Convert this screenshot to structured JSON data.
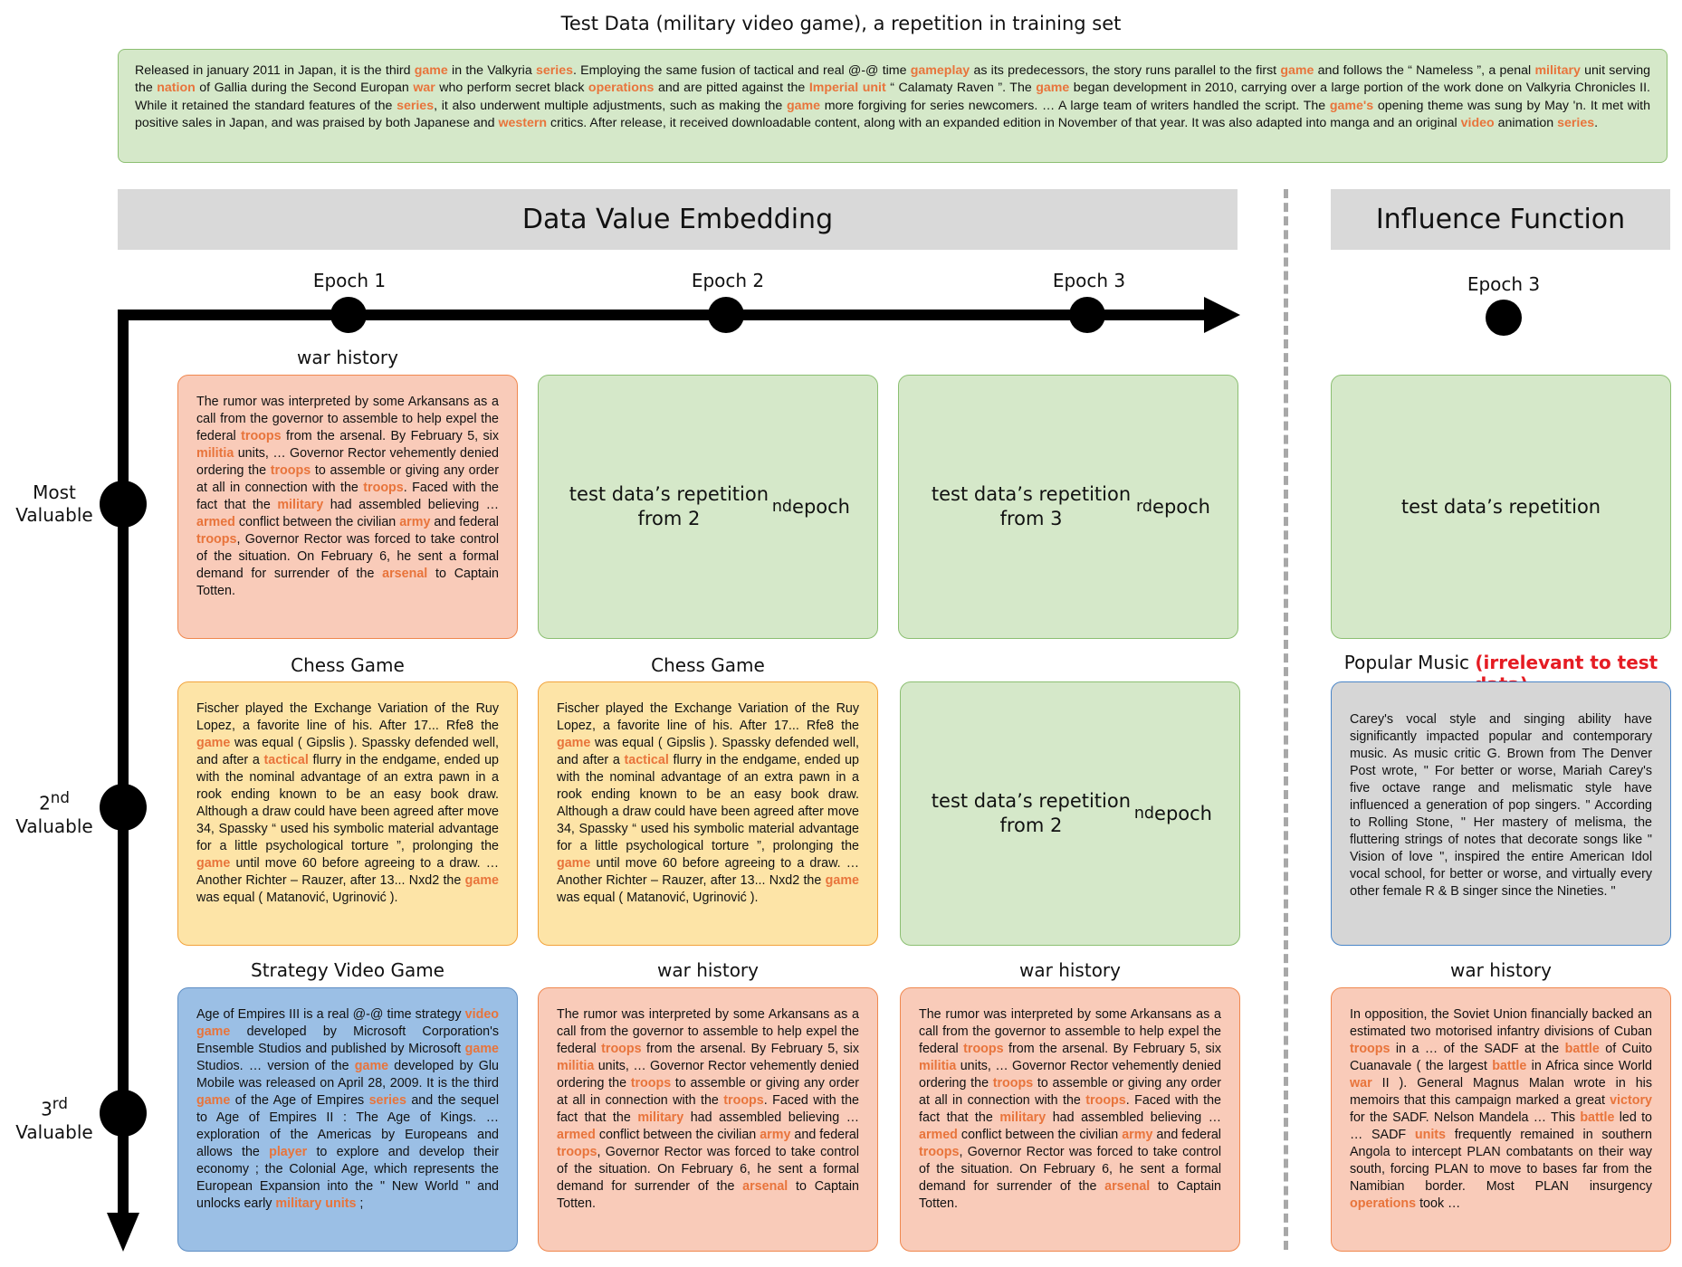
{
  "title": "Test Data (military video game), a repetition in training set",
  "test_data_html": "Released in january 2011 in Japan, it is the third <span class=\"hl\">game</span> in the Valkyria <span class=\"hl\">series</span>. Employing the same fusion of tactical and real @-@ time <span class=\"hl\">gameplay</span> as its predecessors, the story runs parallel to the first <span class=\"hl\">game</span> and follows the “ Nameless ”, a penal <span class=\"hl\">military</span> unit serving the <span class=\"hl\">nation</span> of Gallia during the Second Europan <span class=\"hl\">war</span> who perform secret black <span class=\"hl\">operations</span> and are pitted against the <span class=\"hl\">Imperial unit</span> “ Calamaty Raven ”. The <span class=\"hl\">game</span> began development in 2010, carrying over a large portion of the work done on Valkyria Chronicles II. While it retained the standard features of the <span class=\"hl\">series</span>, it also underwent multiple adjustments, such as making the <span class=\"hl\">game</span> more forgiving for series newcomers. … A large team of writers handled the script. The <span class=\"hl\">game's</span> opening theme was sung by May 'n. It met with positive sales in Japan, and was praised by both Japanese and <span class=\"hl\">western</span> critics. After release, it received downloadable content, along with an expanded edition in November of that year. It was also adapted into manga and an original <span class=\"hl\">video</span> animation <span class=\"hl\">series</span>.",
  "sections": {
    "dve": "Data Value Embedding",
    "if": "Influence Function"
  },
  "epochs": {
    "e1": "Epoch 1",
    "e2": "Epoch 2",
    "e3": "Epoch 3",
    "if_e3": "Epoch 3"
  },
  "ranks": {
    "r1_html": "Most<br>Valuable",
    "r2_html": "2<sup>nd</sup><br>Valuable",
    "r3_html": "3<sup>rd</sup><br>Valuable"
  },
  "labels": {
    "war_history": "war history",
    "chess_game": "Chess Game",
    "strategy_video_game": "Strategy Video Game",
    "popular_music": "Popular Music ",
    "irrelevant": "(irrelevant to test data)"
  },
  "texts": {
    "war_history_html": "The rumor was interpreted by some Arkansans as a call from the governor to assemble to help expel the federal <span class=\"hl\">troops</span> from the arsenal. By February 5, six <span class=\"hl\">militia</span> units, … Governor Rector vehemently denied ordering the <span class=\"hl\">troops</span> to assemble or giving any order at all in connection with the <span class=\"hl\">troops</span>. Faced with the fact that the <span class=\"hl\">military</span> had assembled believing … <span class=\"hl\">armed</span> conflict between the civilian <span class=\"hl\">army</span> and federal <span class=\"hl\">troops</span>, Governor Rector was forced to take control of the situation. On February 6, he sent a formal demand for surrender of the <span class=\"hl\">arsenal</span> to Captain Totten.",
    "chess_html": "Fischer played the Exchange Variation of the Ruy Lopez, a favorite line of his. After 17... Rfe8 the <span class=\"hl\">game</span> was equal ( Gipslis ). Spassky defended well, and after a <span class=\"hl\">tactical</span> flurry in the endgame, ended up with the nominal advantage of an extra pawn in a rook ending known to be an easy book draw. Although a draw could have been agreed after move 34, Spassky “ used his symbolic material advantage for a little psychological torture ”, prolonging the <span class=\"hl\">game</span> until move 60 before agreeing to a draw. … Another Richter – Rauzer, after 13... Nxd2 the <span class=\"hl\">game</span> was equal ( Matanović, Ugrinović ).",
    "strategy_html": "Age of Empires III is a real @-@ time strategy <span class=\"hl\">video game</span> developed by Microsoft Corporation's Ensemble Studios and published by Microsoft <span class=\"hl\">game</span> Studios. … version of the <span class=\"hl\">game</span> developed by Glu Mobile was released on April 28, 2009. It is the third <span class=\"hl\">game</span> of the Age of Empires <span class=\"hl\">series</span> and the sequel to Age of Empires II : The Age of Kings. … exploration of the Americas by Europeans and allows the <span class=\"hl\">player</span> to explore and develop their economy ; the Colonial Age, which represents the European Expansion into the \" New World \" and unlocks early <span class=\"hl\">military units</span> ;",
    "music": "Carey's vocal style and singing ability have significantly impacted popular and contemporary music. As music critic G. Brown from The Denver Post wrote, \" For better or worse, Mariah Carey's five octave range and melismatic style have influenced a generation of pop singers. \" According to Rolling Stone, \" Her mastery of melisma, the fluttering strings of notes that decorate songs like \" Vision of love \", inspired the entire American Idol vocal school, for better or worse, and virtually every other female R & B singer since the Nineties. \"",
    "war_history2_html": "In opposition, the Soviet Union financially backed an estimated two motorised infantry divisions of Cuban <span class=\"hl\">troops</span> in a … of the SADF at the <span class=\"hl\">battle</span> of Cuito Cuanavale ( the largest <span class=\"hl\">battle</span> in Africa since World <span class=\"hl\">war</span> II ). General Magnus Malan wrote in his memoirs that this campaign marked a great <span class=\"hl\">victory</span> for the SADF. Nelson Mandela … This <span class=\"hl\">battle</span> led to … SADF <span class=\"hl\">units</span> frequently remained in southern Angola to intercept PLAN combatants on their way south, forcing PLAN to move to bases far from the Namibian border. Most PLAN insurgency <span class=\"hl\">operations</span> took …",
    "rep2_html": "test data’s repetition from 2<sup>nd</sup> epoch",
    "rep3_html": "test data’s repetition from 3<sup>rd</sup> epoch",
    "rep": "test data’s repetition"
  }
}
